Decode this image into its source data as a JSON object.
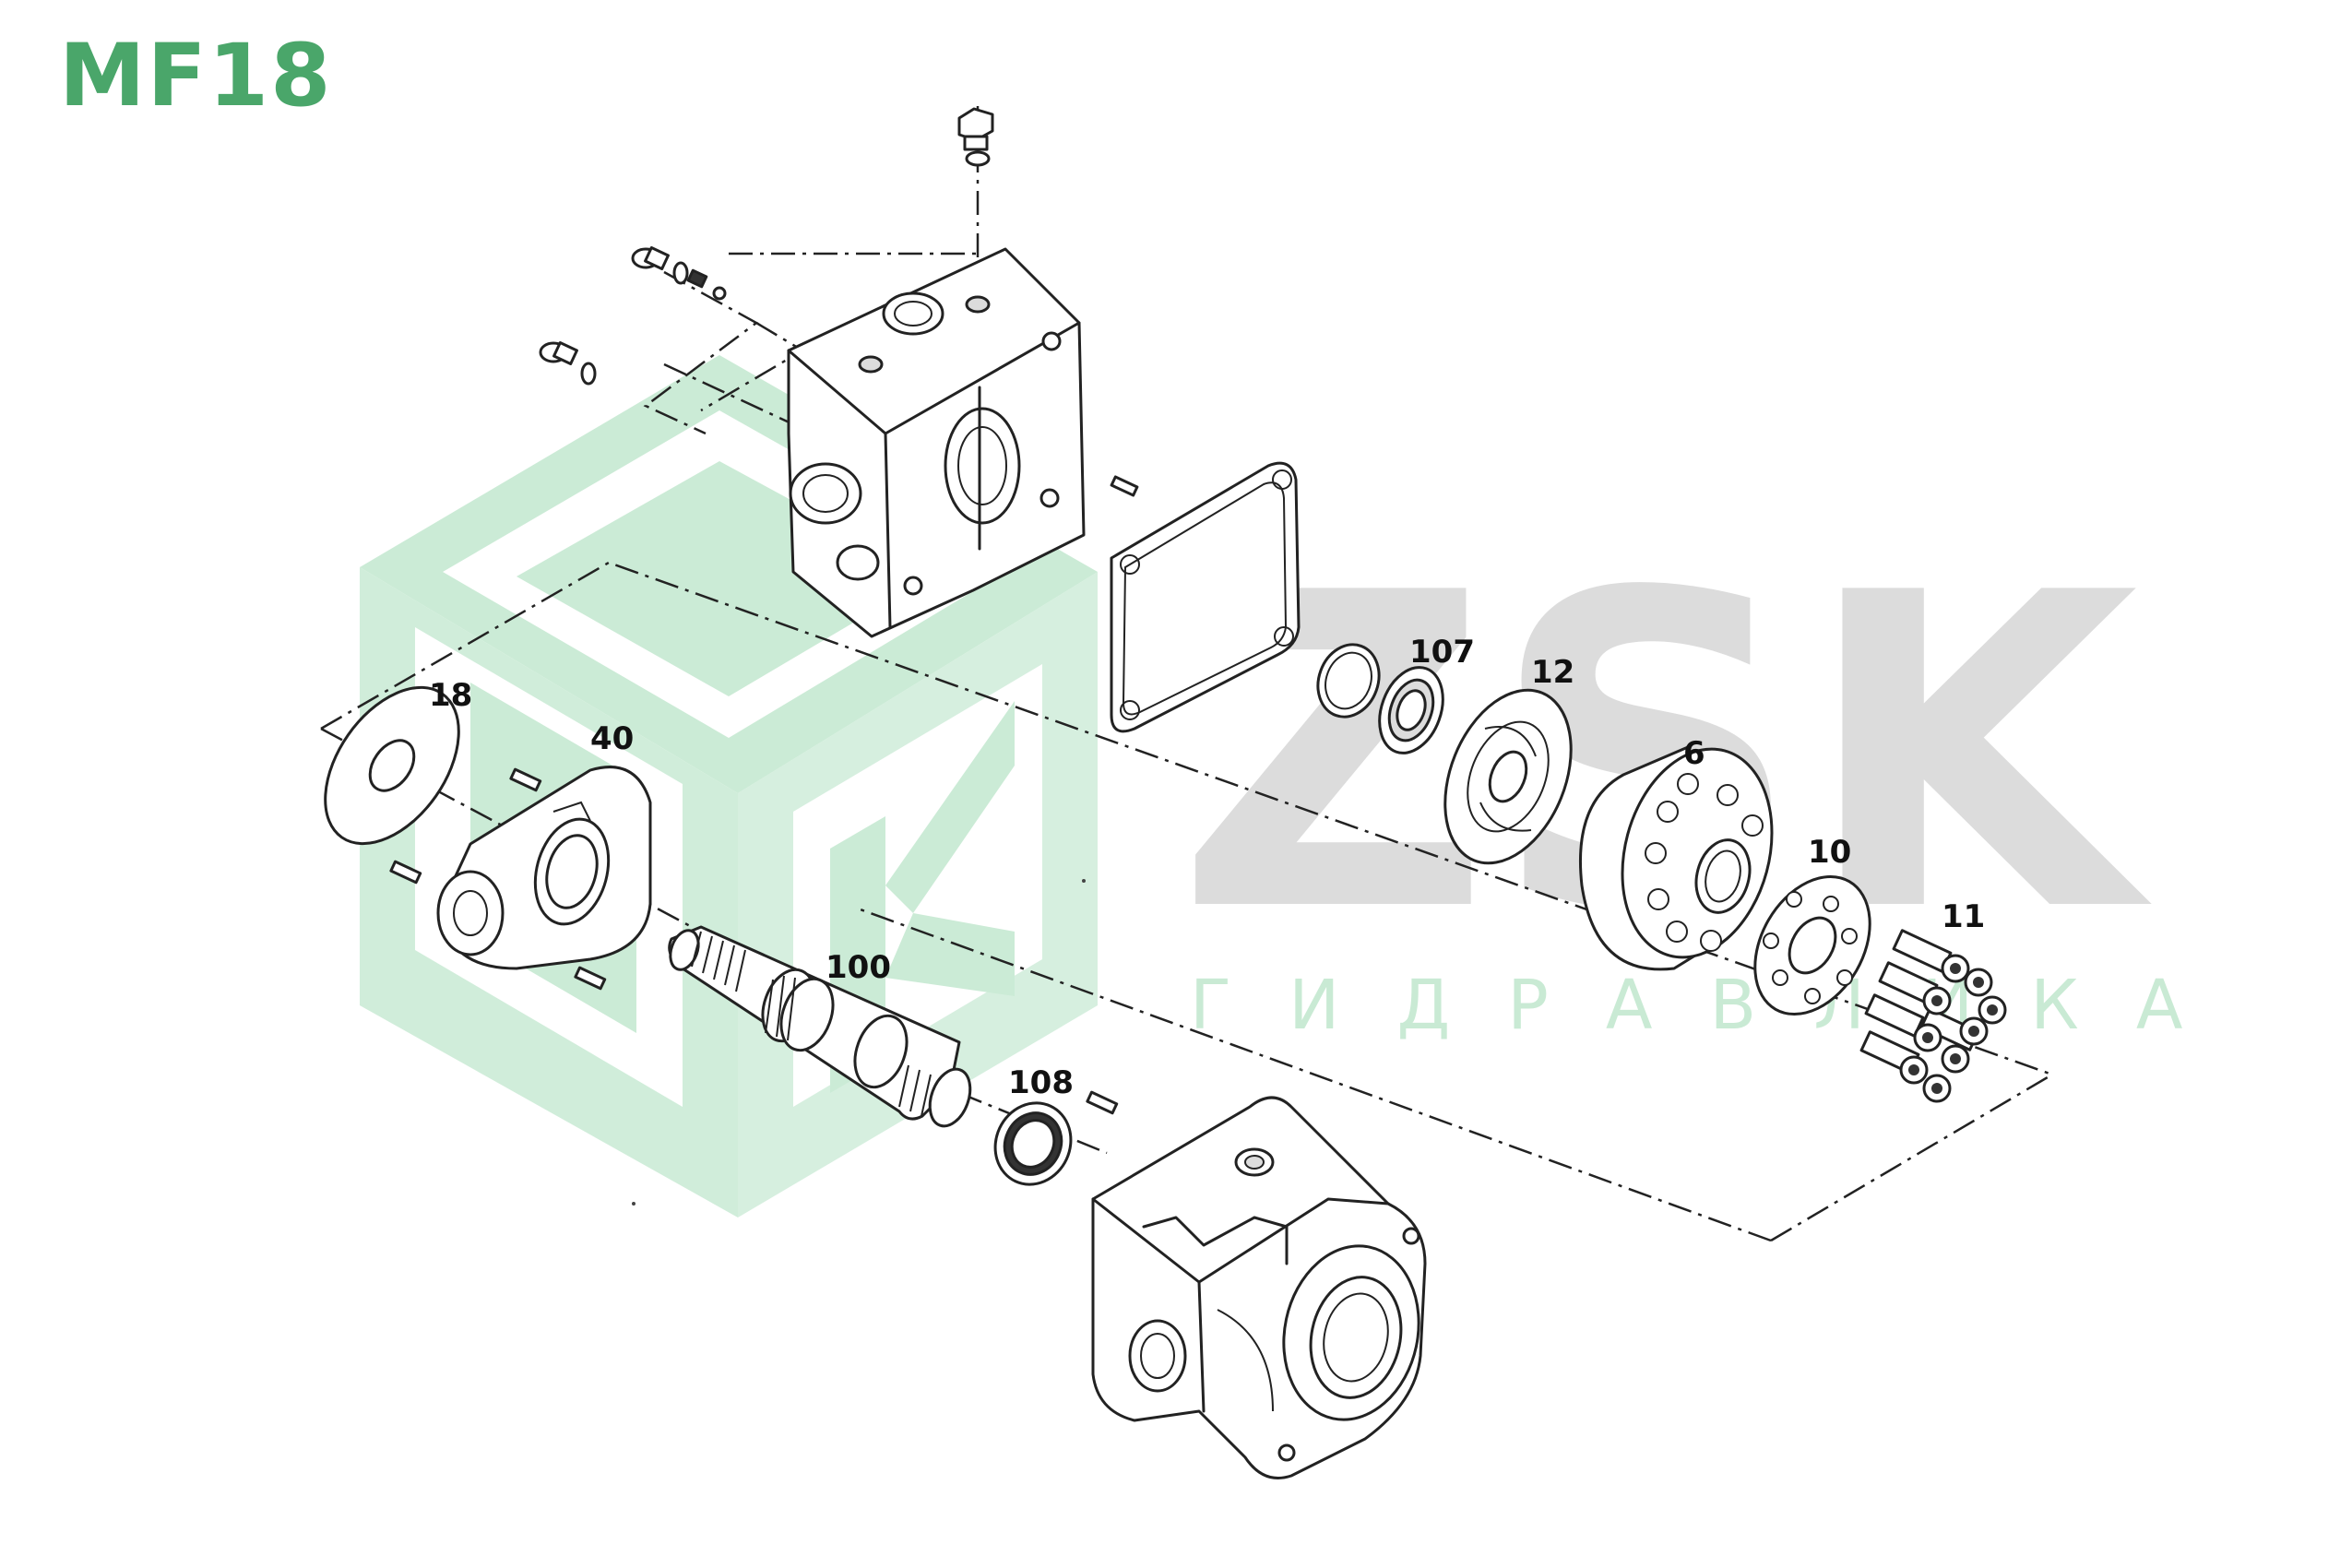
{
  "title": "MF18",
  "watermark": {
    "logo": "ZSK",
    "subtitle": "ГИДРАВЛИКА",
    "cube_color": "#c9ead4",
    "text_color": "#dcdcdc"
  },
  "brand_color": "#4aa66a",
  "part_labels": {
    "p18": "18",
    "p40": "40",
    "p100": "100",
    "p107": "107",
    "p12": "12",
    "p6": "6",
    "p10": "10",
    "p11": "11",
    "p108": "108"
  }
}
